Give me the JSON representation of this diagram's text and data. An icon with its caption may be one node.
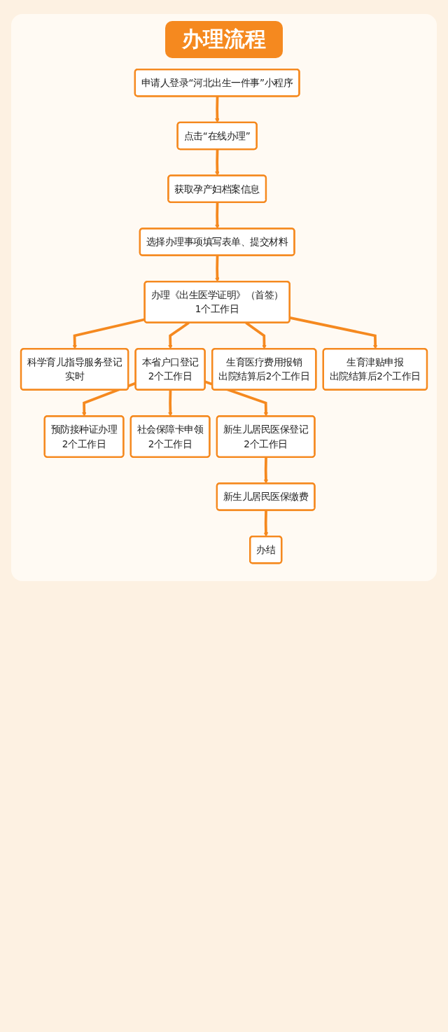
{
  "diagram": {
    "title": "办理流程",
    "nodes": [
      {
        "text": [
          "申请人登录“河北出生一件事”小程序"
        ]
      },
      {
        "text": [
          "点击“在线办理”"
        ]
      },
      {
        "text": [
          "获取孕产妇档案信息"
        ]
      },
      {
        "text": [
          "选择办理事项填写表单、提交材料"
        ]
      },
      {
        "text": [
          "办理《出生医学证明》（首签）",
          "1个工作日"
        ]
      },
      {
        "text": [
          "科学育儿指导服务登记",
          "实时"
        ]
      },
      {
        "text": [
          "本省户口登记",
          "2个工作日"
        ]
      },
      {
        "text": [
          "生育医疗费用报销",
          "出院结算后2个工作日"
        ]
      },
      {
        "text": [
          "生育津贴申报",
          "出院结算后2个工作日"
        ]
      },
      {
        "text": [
          "预防接种证办理",
          "2个工作日"
        ]
      },
      {
        "text": [
          "社会保障卡申领",
          "2个工作日"
        ]
      },
      {
        "text": [
          "新生儿居民医保登记",
          "2个工作日"
        ]
      },
      {
        "text": [
          "新生儿居民医保缴费"
        ]
      },
      {
        "text": [
          "办结"
        ]
      }
    ],
    "edges": [
      {
        "from": 0,
        "to": 1,
        "arrow": "to"
      },
      {
        "from": 1,
        "to": 2,
        "arrow": "to"
      },
      {
        "from": 2,
        "to": 3,
        "arrow": "to"
      },
      {
        "from": 3,
        "to": 4,
        "arrow": "to"
      },
      {
        "from": 4,
        "to": 5,
        "arrow": "to"
      },
      {
        "from": 4,
        "to": 6,
        "arrow": "to"
      },
      {
        "from": 4,
        "to": 7,
        "arrow": "to"
      },
      {
        "from": 4,
        "to": 8,
        "arrow": "to"
      },
      {
        "from": 6,
        "to": 9,
        "arrow": "to"
      },
      {
        "from": 6,
        "to": 10,
        "arrow": "to"
      },
      {
        "from": 6,
        "to": 11,
        "arrow": "to"
      },
      {
        "from": 11,
        "to": 12,
        "arrow": "to"
      },
      {
        "from": 12,
        "to": 13,
        "arrow": "to"
      }
    ]
  }
}
